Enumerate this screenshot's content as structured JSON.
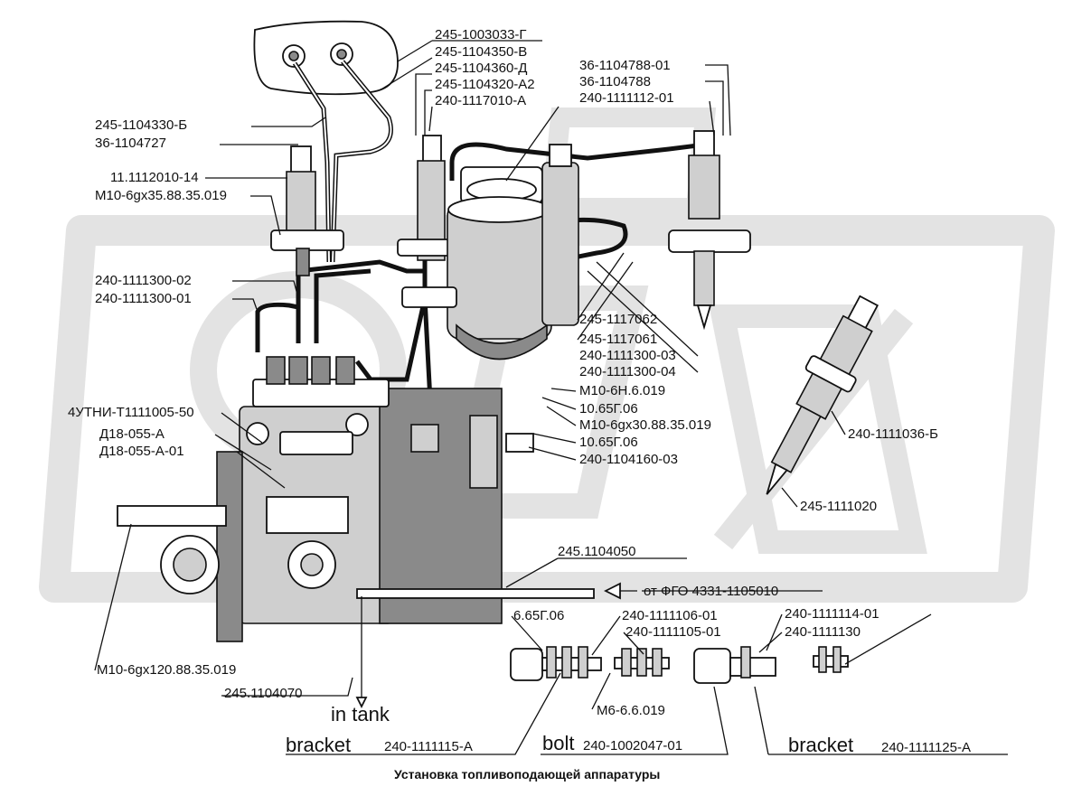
{
  "watermark": {
    "color": "#e3e3e3"
  },
  "labels": {
    "l01": "245-1003033-Г",
    "l02": "245-1104350-В",
    "l03": "245-1104360-Д",
    "l04": "245-1104320-А2",
    "l05": "240-1117010-А",
    "l06": "36-1104788-01",
    "l07": "36-1104788",
    "l08": "240-1111112-01",
    "l09": "245-1104330-Б",
    "l10": "36-1104727",
    "l11": "11.1112010-14",
    "l12": "M10-6gx35.88.35.019",
    "l13": "240-1111300-02",
    "l14": "240-1111300-01",
    "l15": "245-1117062",
    "l16": "245-1117061",
    "l17": "240-1111300-03",
    "l18": "240-1111300-04",
    "l19": "M10-6H.6.019",
    "l20": "10.65Г.06",
    "l21": "M10-6gx30.88.35.019",
    "l22": "10.65Г.06",
    "l23": "240-1104160-03",
    "l24": "4УТНИ-Т1111005-50",
    "l25": "Д18-055-А",
    "l26": "Д18-055-А-01",
    "l27": "240-1111036-Б",
    "l28": "245-1111020",
    "l29": "245.1104050",
    "l30": "от ФГО 4331-1105010",
    "l31": "6.65Г.06",
    "l32": "240-1111106-01",
    "l33": "240-1111105-01",
    "l34": "240-1111114-01",
    "l35": "240-1111130",
    "l36": "M10-6gx120.88.35.019",
    "l37": "245.1104070",
    "l38": "in tank",
    "l39": "M6-6.6.019",
    "l40": "bracket",
    "l41": "240-1111115-А",
    "l42": "bolt",
    "l43": "240-1002047-01",
    "l44": "bracket",
    "l45": "240-1111125-А"
  },
  "caption": "Установка топливоподающей аппаратуры"
}
